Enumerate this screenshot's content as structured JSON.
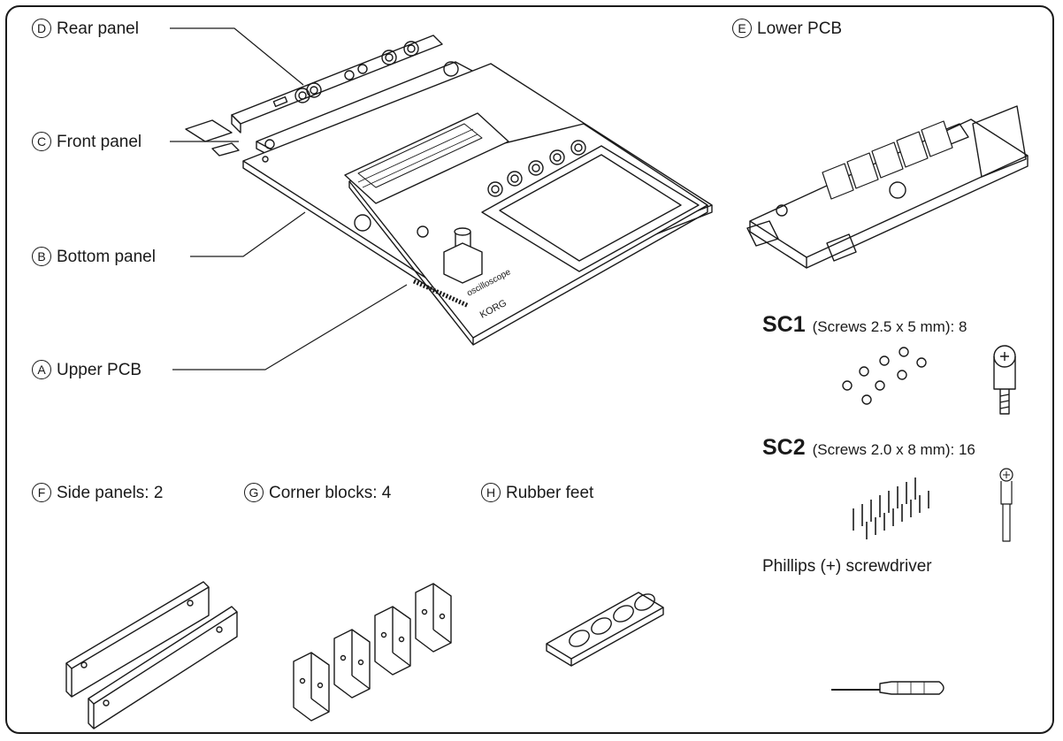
{
  "parts": {
    "rear_panel": {
      "letter": "D",
      "label": "Rear panel"
    },
    "front_panel": {
      "letter": "C",
      "label": "Front panel"
    },
    "bottom_panel": {
      "letter": "B",
      "label": "Bottom panel"
    },
    "upper_pcb": {
      "letter": "A",
      "label": "Upper PCB"
    },
    "lower_pcb": {
      "letter": "E",
      "label": "Lower PCB"
    },
    "side_panels": {
      "letter": "F",
      "label": "Side panels: 2"
    },
    "corner_blocks": {
      "letter": "G",
      "label": "Corner blocks: 4"
    },
    "rubber_feet": {
      "letter": "H",
      "label": "Rubber feet"
    }
  },
  "screws": {
    "sc1": {
      "code": "SC1",
      "desc": "(Screws 2.5 x 5 mm): 8"
    },
    "sc2": {
      "code": "SC2",
      "desc": "(Screws 2.0 x 8 mm): 16"
    }
  },
  "tool": {
    "label": "Phillips (+) screwdriver"
  },
  "device_text": {
    "brand": "KORG",
    "product": "oscilloscope"
  }
}
